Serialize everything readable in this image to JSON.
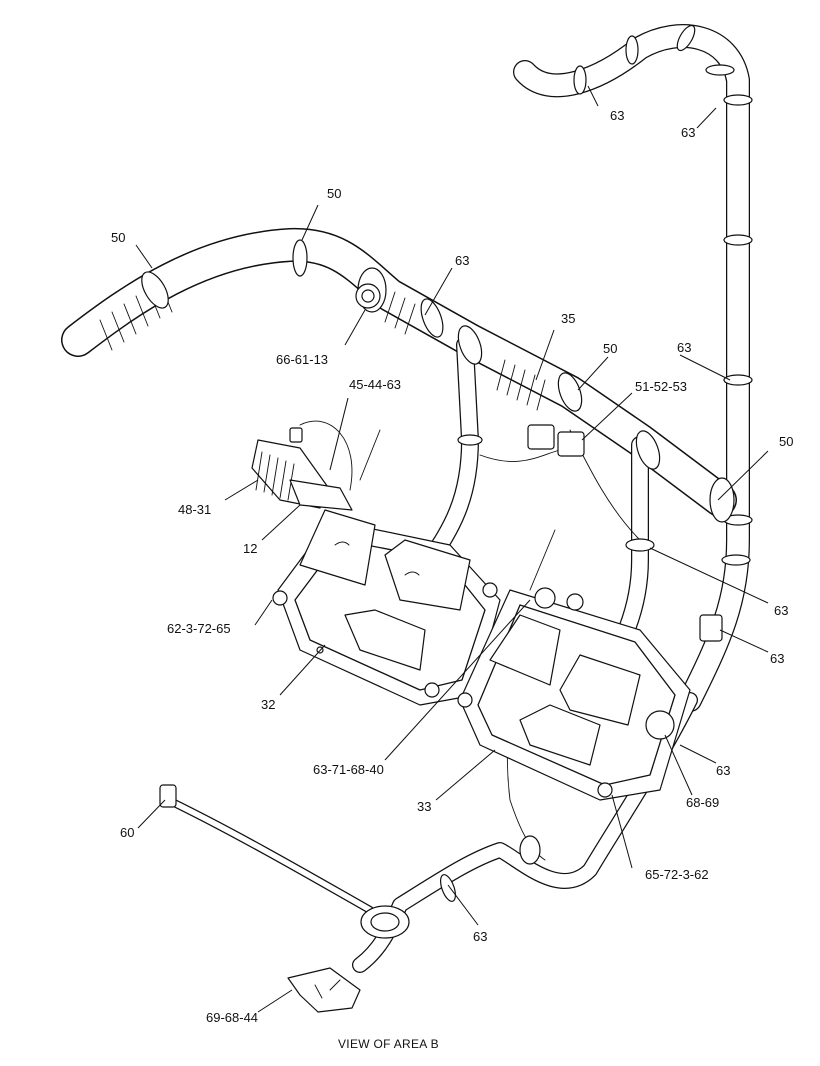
{
  "caption": "VIEW OF AREA B",
  "callouts": [
    {
      "id": "top-right-63a",
      "text": "63"
    },
    {
      "id": "top-right-63b",
      "text": "63"
    },
    {
      "id": "left-50a",
      "text": "50"
    },
    {
      "id": "left-50b",
      "text": "50"
    },
    {
      "id": "mid-63",
      "text": "63"
    },
    {
      "id": "p35",
      "text": "35"
    },
    {
      "id": "mid-50",
      "text": "50"
    },
    {
      "id": "p66-61-13",
      "text": "66-61-13"
    },
    {
      "id": "p45-44-63",
      "text": "45-44-63"
    },
    {
      "id": "p51-52-53",
      "text": "51-52-53"
    },
    {
      "id": "right-63a",
      "text": "63"
    },
    {
      "id": "right-50",
      "text": "50"
    },
    {
      "id": "p48-31",
      "text": "48-31"
    },
    {
      "id": "p12",
      "text": "12"
    },
    {
      "id": "right-63b",
      "text": "63"
    },
    {
      "id": "right-63c",
      "text": "63"
    },
    {
      "id": "p62-3-72-65",
      "text": "62-3-72-65"
    },
    {
      "id": "p32",
      "text": "32"
    },
    {
      "id": "p63-71-68-40",
      "text": "63-71-68-40"
    },
    {
      "id": "right-63d",
      "text": "63"
    },
    {
      "id": "p68-69",
      "text": "68-69"
    },
    {
      "id": "p33",
      "text": "33"
    },
    {
      "id": "p60",
      "text": "60"
    },
    {
      "id": "p65-72-3-62",
      "text": "65-72-3-62"
    },
    {
      "id": "bottom-63",
      "text": "63"
    },
    {
      "id": "p69-68-44",
      "text": "69-68-44"
    }
  ]
}
